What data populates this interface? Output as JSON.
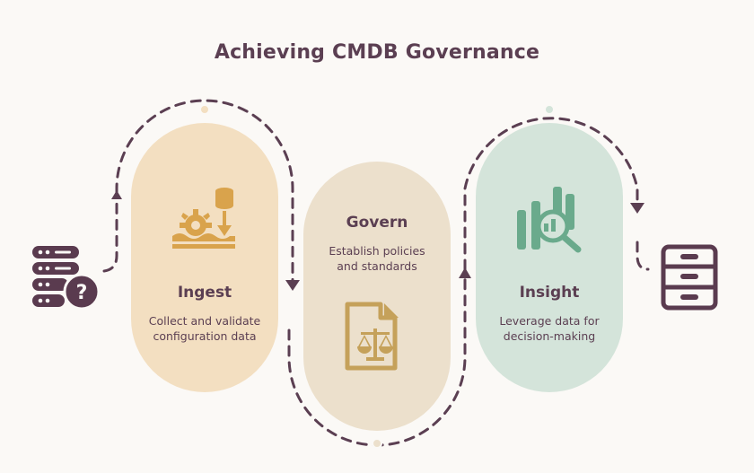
{
  "title": "Achieving CMDB Governance",
  "steps": [
    {
      "title": "Ingest",
      "description_line1": "Collect and validate",
      "description_line2": "configuration data",
      "icon": "database-gear-arrow-icon",
      "color": "#f3dfc1",
      "icon_color": "#d9a34c"
    },
    {
      "title": "Govern",
      "description_line1": "Establish policies",
      "description_line2": "and standards",
      "icon": "document-scales-icon",
      "color": "#ece0cc",
      "icon_color": "#c5a15a"
    },
    {
      "title": "Insight",
      "description_line1": "Leverage data for",
      "description_line2": "decision-making",
      "icon": "bar-chart-magnifier-icon",
      "color": "#d4e4da",
      "icon_color": "#6aaa8c"
    }
  ],
  "start_icon": "server-question-icon",
  "end_icon": "file-cabinet-icon",
  "colors": {
    "text": "#5b3f52",
    "dashed_path": "#5b3f52",
    "dark_icon": "#5a3b4f"
  }
}
